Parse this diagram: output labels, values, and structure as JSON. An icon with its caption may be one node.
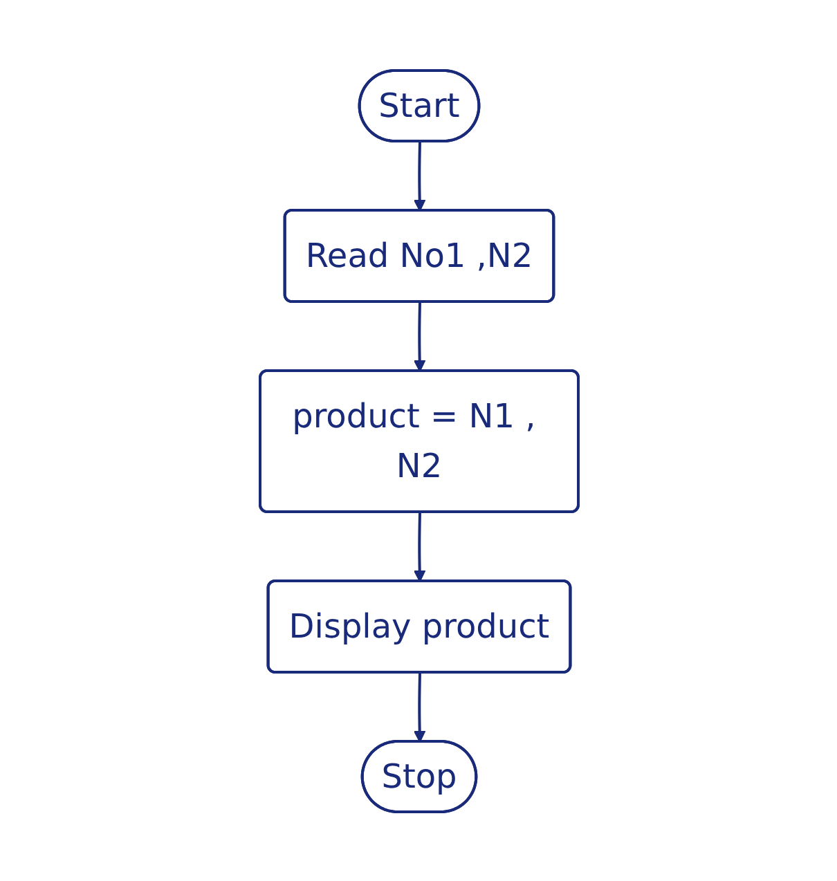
{
  "diagram": {
    "nodes": [
      {
        "text": [
          "Start"
        ]
      },
      {
        "text": [
          "Read No1 ,N2"
        ]
      },
      {
        "text": [
          "product = N1 , N2"
        ]
      },
      {
        "text": [
          "Display product"
        ]
      },
      {
        "text": [
          "Stop"
        ]
      }
    ],
    "edges": [
      {
        "from": 0,
        "to": 1,
        "arrow": "to"
      },
      {
        "from": 1,
        "to": 2,
        "arrow": "to"
      },
      {
        "from": 2,
        "to": 3,
        "arrow": "to"
      },
      {
        "from": 3,
        "to": 4,
        "arrow": "to"
      }
    ]
  }
}
